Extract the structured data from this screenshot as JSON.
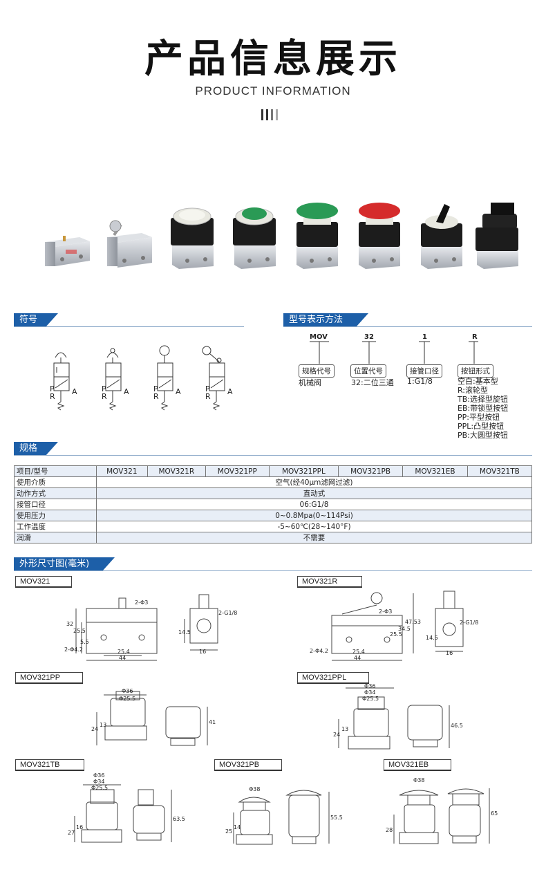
{
  "header": {
    "title": "产品信息展示",
    "subtitle": "PRODUCT INFORMATION"
  },
  "sections": {
    "symbol": "符号",
    "model_code": "型号表示方法",
    "spec": "规格",
    "dimensions": "外形尺寸图(毫米)"
  },
  "symbols": {
    "labels": [
      "P",
      "R",
      "A"
    ]
  },
  "model_code": {
    "parts": [
      {
        "code": "MOV",
        "tag": "规格代号",
        "desc": [
          "机械阀"
        ]
      },
      {
        "code": "32",
        "tag": "位置代号",
        "desc": [
          "32:二位三通"
        ]
      },
      {
        "code": "1",
        "tag": "接管口径",
        "desc": [
          "1:G1/8"
        ]
      },
      {
        "code": "R",
        "tag": "按钮形式",
        "desc": [
          "空白:基本型",
          "R:滚轮型",
          "TB:选择型旋钮",
          "EB:带锁型按钮",
          "PP:平型按钮",
          "PPL:凸型按钮",
          "PB:大圆型按钮"
        ]
      }
    ]
  },
  "spec_table": {
    "header_label": "项目/型号",
    "models": [
      "MOV321",
      "MOV321R",
      "MOV321PP",
      "MOV321PPL",
      "MOV321PB",
      "MOV321EB",
      "MOV321TB"
    ],
    "rows": [
      {
        "label": "使用介质",
        "value": "空气(经40μm滤网过滤)"
      },
      {
        "label": "动作方式",
        "value": "直动式"
      },
      {
        "label": "接管口径",
        "value": "06:G1/8"
      },
      {
        "label": "使用压力",
        "value": "0~0.8Mpa(0~114Psi)"
      },
      {
        "label": "工作温度",
        "value": "-5~60℃(28~140°F)"
      },
      {
        "label": "润滑",
        "value": "不需要"
      }
    ]
  },
  "drawings": {
    "mov321": {
      "label": "MOV321",
      "dims": [
        "2-Φ3",
        "32",
        "25.5",
        "5.5",
        "2-Φ4.2",
        "25.4",
        "44",
        "2-G1/8",
        "14.5",
        "16"
      ]
    },
    "mov321r": {
      "label": "MOV321R",
      "dims": [
        "2-Φ3",
        "25.5",
        "34.5",
        "47.53",
        "2-Φ4.2",
        "25.4",
        "44",
        "2-G1/8",
        "14.5",
        "16"
      ]
    },
    "mov321pp": {
      "label": "MOV321PP",
      "dims": [
        "Φ36",
        "Φ25.5",
        "24",
        "13",
        "41"
      ]
    },
    "mov321ppl": {
      "label": "MOV321PPL",
      "dims": [
        "Φ36",
        "Φ34",
        "Φ25.5",
        "24",
        "13",
        "46.5"
      ]
    },
    "mov321tb": {
      "label": "MOV321TB",
      "dims": [
        "Φ36",
        "Φ34",
        "Φ25.5",
        "27",
        "16",
        "63.5"
      ]
    },
    "mov321pb": {
      "label": "MOV321PB",
      "dims": [
        "Φ38",
        "25",
        "14",
        "55.5"
      ]
    },
    "mov321eb": {
      "label": "MOV321EB",
      "dims": [
        "Φ38",
        "28",
        "65"
      ]
    }
  },
  "colors": {
    "accent": "#1d5fa8",
    "table_stripe": "#e8eef7",
    "valve_body": "#c9ccd2",
    "button_green": "#2a9a55",
    "button_red": "#d52b2b"
  }
}
